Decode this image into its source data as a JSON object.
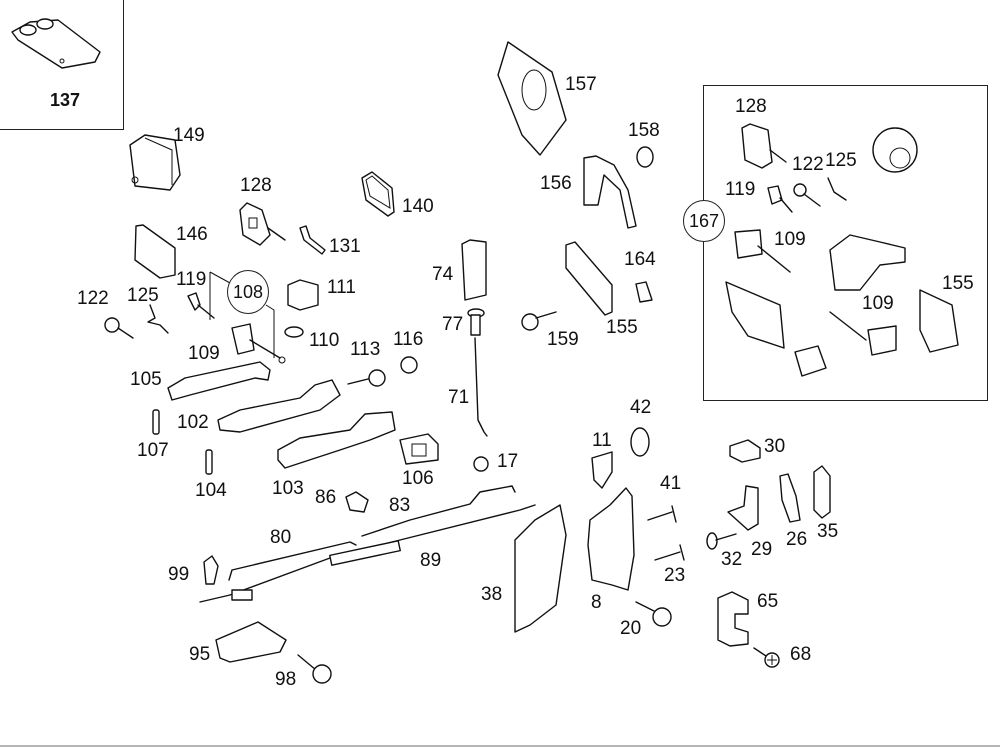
{
  "diagram": {
    "title": "Door lock and handle components exploded view",
    "inset_top_left": {
      "label": "137"
    },
    "inset_right": {
      "callout": "167",
      "labels": [
        "128",
        "122",
        "125",
        "119",
        "109",
        "109",
        "155"
      ]
    },
    "callouts": {
      "c108": "108",
      "c167": "167"
    },
    "labels": {
      "l149": "149",
      "l128": "128",
      "l140": "140",
      "l146": "146",
      "l131": "131",
      "l119": "119",
      "l122": "122",
      "l125": "125",
      "l111": "111",
      "l110": "110",
      "l109": "109",
      "l113": "113",
      "l116": "116",
      "l105": "105",
      "l102": "102",
      "l107": "107",
      "l104": "104",
      "l103": "103",
      "l106": "106",
      "l86": "86",
      "l83": "83",
      "l80": "80",
      "l89": "89",
      "l99": "99",
      "l95": "95",
      "l98": "98",
      "l74": "74",
      "l77": "77",
      "l71": "71",
      "l17": "17",
      "l157": "157",
      "l158": "158",
      "l156": "156",
      "l164": "164",
      "l155": "155",
      "l159": "159",
      "l42": "42",
      "l11": "11",
      "l41": "41",
      "l38": "38",
      "l8": "8",
      "l23": "23",
      "l20": "20",
      "l30": "30",
      "l29": "29",
      "l26": "26",
      "l35": "35",
      "l32": "32",
      "l65": "65",
      "l68": "68"
    }
  }
}
